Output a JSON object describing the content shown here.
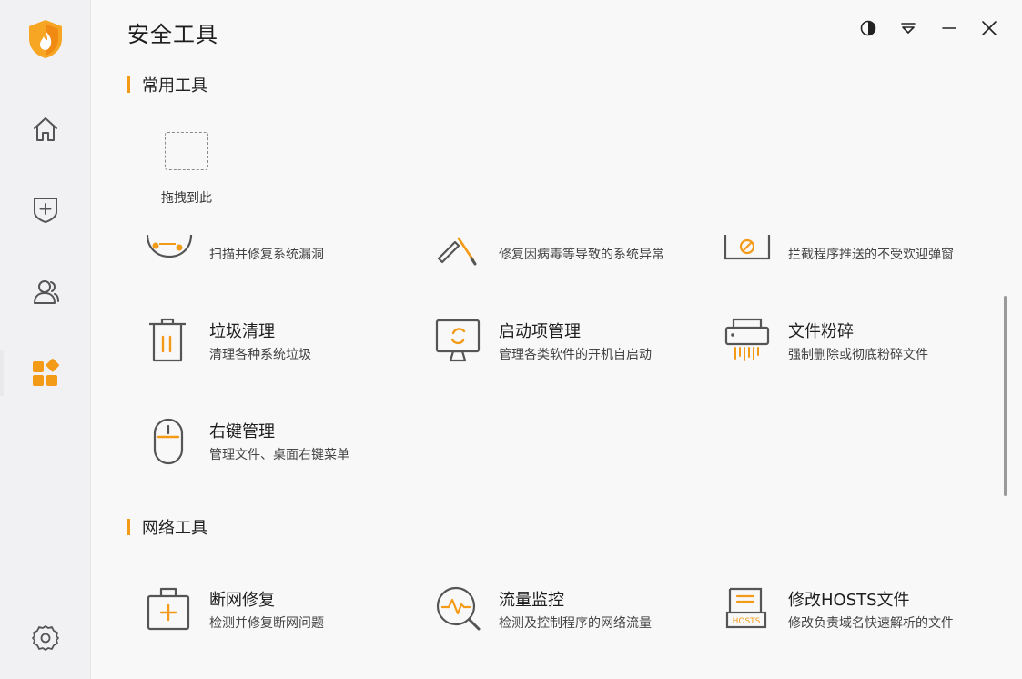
{
  "header": {
    "title": "安全工具"
  },
  "window_controls": [
    {
      "name": "theme-icon"
    },
    {
      "name": "menu-icon"
    },
    {
      "name": "minimize-icon"
    },
    {
      "name": "close-icon"
    }
  ],
  "sidebar": {
    "items": [
      {
        "name": "home-icon"
      },
      {
        "name": "shield-plus-icon"
      },
      {
        "name": "users-icon"
      },
      {
        "name": "apps-icon",
        "active": true
      },
      {
        "name": "settings-icon"
      }
    ]
  },
  "sections": {
    "common": {
      "title": "常用工具",
      "drop_label": "拖拽到此",
      "tools": [
        {
          "name": "",
          "desc": "扫描并修复系统漏洞",
          "icon": "vuln-scan-icon"
        },
        {
          "name": "",
          "desc": "修复因病毒等导致的系统异常",
          "icon": "repair-tools-icon"
        },
        {
          "name": "",
          "desc": "拦截程序推送的不受欢迎弹窗",
          "icon": "popup-block-icon"
        },
        {
          "name": "垃圾清理",
          "desc": "清理各种系统垃圾",
          "icon": "trash-icon"
        },
        {
          "name": "启动项管理",
          "desc": "管理各类软件的开机自启动",
          "icon": "startup-monitor-icon"
        },
        {
          "name": "文件粉碎",
          "desc": "强制删除或彻底粉碎文件",
          "icon": "shredder-icon"
        },
        {
          "name": "右键管理",
          "desc": "管理文件、桌面右键菜单",
          "icon": "mouse-icon"
        }
      ]
    },
    "network": {
      "title": "网络工具",
      "tools": [
        {
          "name": "断网修复",
          "desc": "检测并修复断网问题",
          "icon": "first-aid-kit-icon"
        },
        {
          "name": "流量监控",
          "desc": "检测及控制程序的网络流量",
          "icon": "traffic-monitor-icon"
        },
        {
          "name": "修改HOSTS文件",
          "desc": "修改负责域名快速解析的文件",
          "icon": "hosts-file-icon"
        }
      ]
    }
  },
  "colors": {
    "accent": "#f39a17",
    "icon_stroke": "#555555",
    "background": "#f8f8f8"
  }
}
